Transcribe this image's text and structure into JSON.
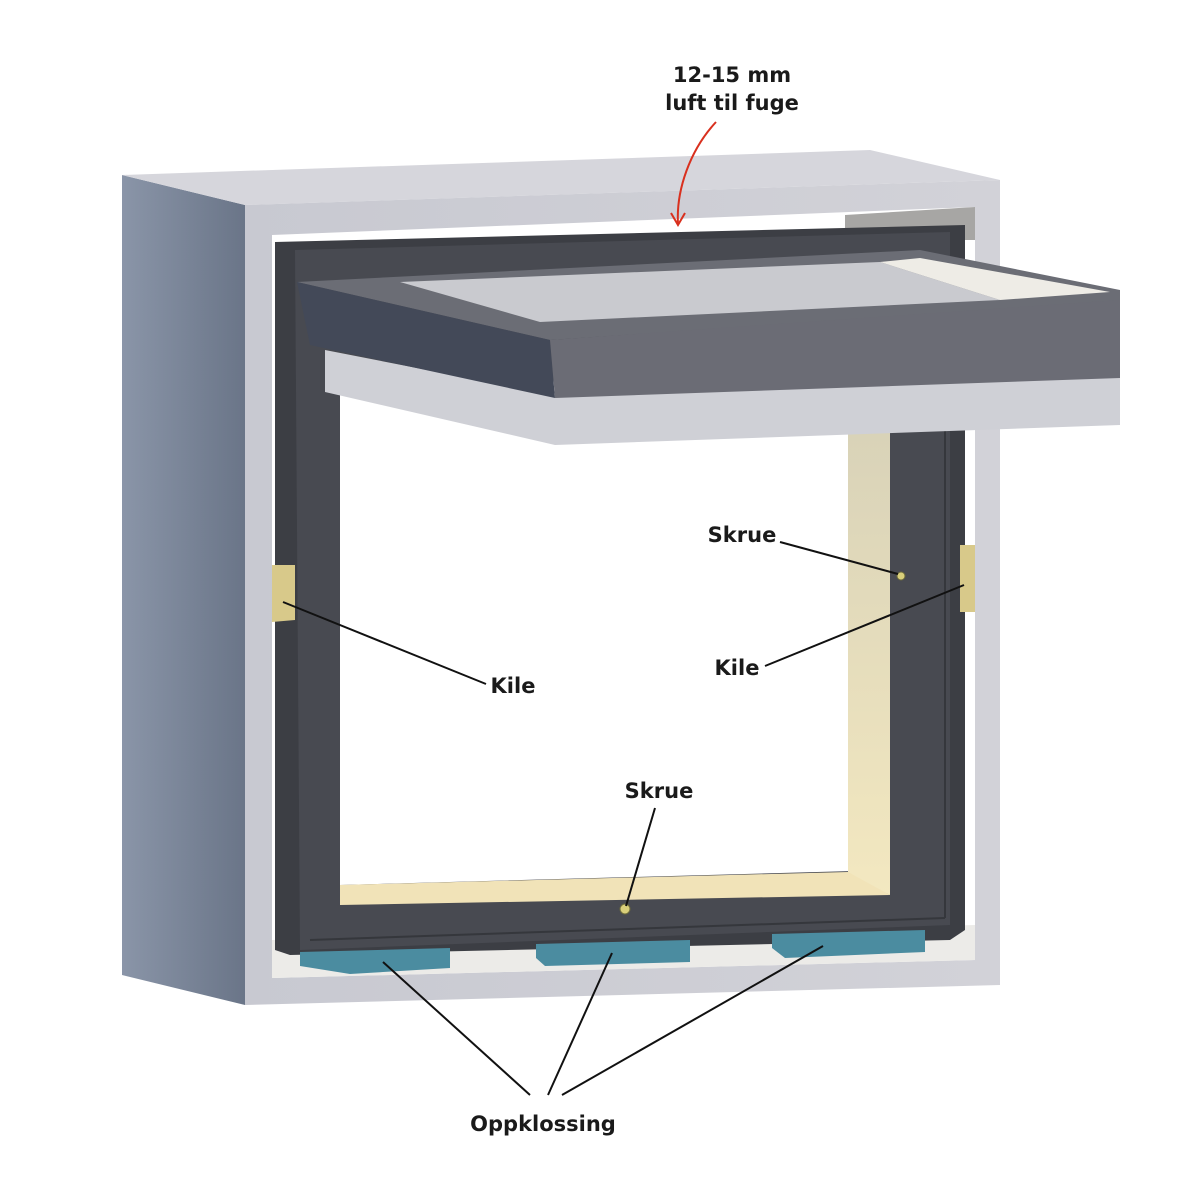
{
  "labels": {
    "gap_line1": "12-15 mm",
    "gap_line2": "luft til fuge",
    "screw_side": "Skrue",
    "wedge_right": "Kile",
    "wedge_left": "Kile",
    "screw_bottom": "Skrue",
    "blocking": "Oppklossing"
  },
  "colors": {
    "arrow": "#d9301e",
    "wall_top": "#d6d6dc",
    "wall_side": "#6e7a8e",
    "frame": "#45474d",
    "sash_front": "#6b6c75",
    "wedge": "#d8c98a",
    "block": "#4b8ca0",
    "reveal": "#efe3bb"
  }
}
